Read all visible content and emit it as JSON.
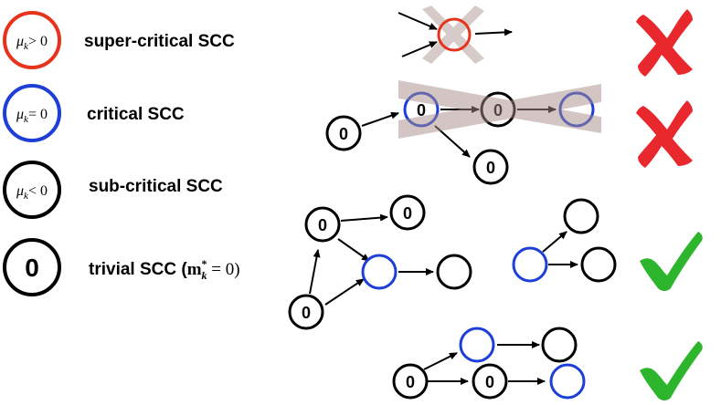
{
  "legend": {
    "items": [
      {
        "math_symbol": "μ",
        "math_sub": "k",
        "math_rel": "> 0",
        "label": "super-critical SCC",
        "color": "#e8331c"
      },
      {
        "math_symbol": "μ",
        "math_sub": "k",
        "math_rel": "= 0",
        "label": "critical SCC",
        "color": "#1d3fd8"
      },
      {
        "math_symbol": "μ",
        "math_sub": "k",
        "math_rel": "< 0",
        "label": "sub-critical SCC",
        "color": "#000000"
      },
      {
        "node_text": "0",
        "label": "trivial SCC (",
        "label_math_m": "m",
        "label_math_star": "*",
        "label_math_sub": "k",
        "label_math_rest": " = 0)",
        "label_close": "",
        "color": "#000000"
      }
    ]
  },
  "node_label": "0",
  "colors": {
    "super_critical": "#e8331c",
    "critical": "#1d3fd8",
    "sub_critical": "#000000",
    "cross_red": "#e8282c",
    "check_green": "#2db52d",
    "strike_band": "#a88d88"
  },
  "verdicts": [
    {
      "row": "super-critical",
      "icon": "cross-icon"
    },
    {
      "row": "critical-chain",
      "icon": "cross-icon"
    },
    {
      "row": "mixed-graph",
      "icon": "check-icon"
    },
    {
      "row": "bottom-chain",
      "icon": "check-icon"
    }
  ]
}
